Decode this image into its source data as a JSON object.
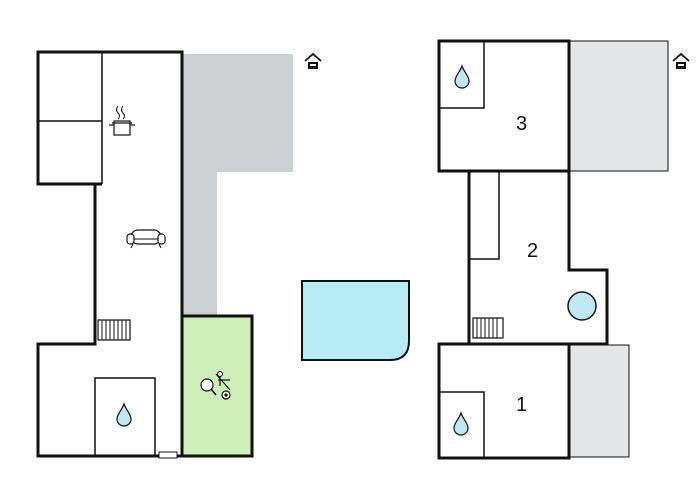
{
  "colors": {
    "wall": "#111111",
    "terrace_gray": "#cdd0d2",
    "terrace_light": "#e4e6e7",
    "games_room": "#cdeeb8",
    "pool": "#b8ecf4",
    "water_icon": "#bfe8f5",
    "circle_tub": "#bfe8f5"
  },
  "ground_floor": {
    "north_icon": "house-entrance-icon",
    "kitchen_icon": "cooking-pot-icon",
    "living_icon": "sofa-icon",
    "stairs_icon": "staircase-icon",
    "bathroom_icon": "water-drop-icon",
    "games_icon": "table-tennis-billiards-icon"
  },
  "pool": {
    "icon": "swimming-pool-shape"
  },
  "upper_floor": {
    "north_icon": "house-entrance-icon",
    "rooms": [
      {
        "number": "3"
      },
      {
        "number": "2"
      },
      {
        "number": "1"
      }
    ],
    "bathroom_icon": "water-drop-icon",
    "stairs_icon": "staircase-icon",
    "tub_icon": "round-bathtub-icon"
  }
}
